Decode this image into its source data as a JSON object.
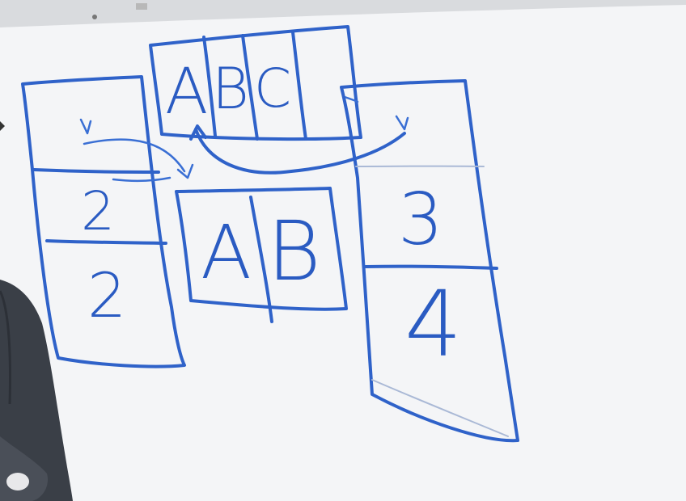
{
  "whiteboard": {
    "top_cells": [
      "A",
      "B",
      "C",
      ""
    ],
    "left_column": {
      "header": "",
      "values": [
        "2",
        "2"
      ]
    },
    "middle_cells": [
      "A",
      "B"
    ],
    "right_column": {
      "header": "",
      "values": [
        "3",
        "4"
      ]
    }
  },
  "colors": {
    "board": "#f4f5f7",
    "marker": "#2f62c9",
    "frame": "#d9dbde",
    "sleeve": "#3a3f47"
  }
}
